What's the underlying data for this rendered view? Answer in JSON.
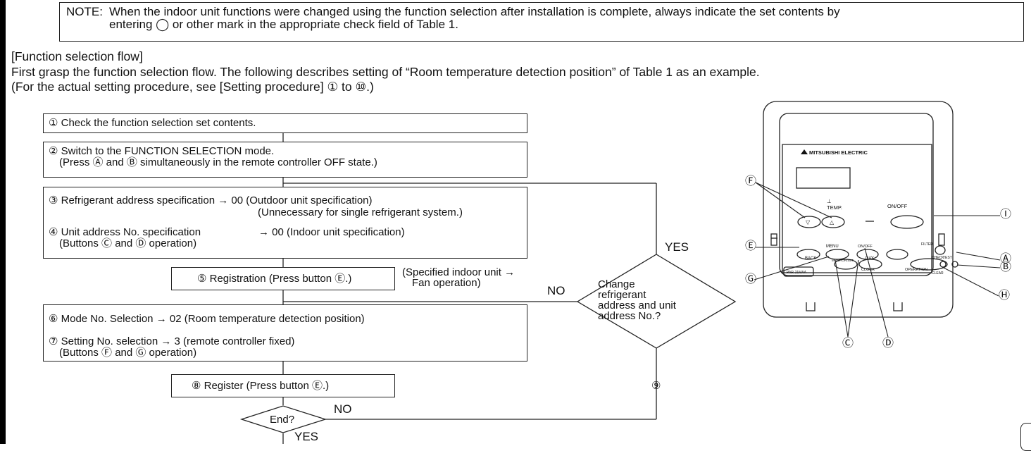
{
  "note": {
    "label": "NOTE:",
    "line1": "When the indoor unit functions were changed using the function selection after installation is complete, always indicate the set contents by",
    "line2": "entering ◯ or other mark in the appropriate check field of Table 1."
  },
  "section": {
    "title": "[Function selection flow]",
    "intro": "First grasp the function selection flow. The following describes setting of “Room temperature detection position” of Table 1 as an example.",
    "ref": "(For the actual setting procedure, see [Setting procedure] ① to ⑩.)"
  },
  "flow": {
    "step1": "① Check the function selection set contents.",
    "step2_a": "② Switch to the FUNCTION SELECTION mode.",
    "step2_b": "(Press Ⓐ and Ⓑ simultaneously in the remote controller OFF state.)",
    "step3_a": "③ Refrigerant address specification → 00 (Outdoor unit specification)",
    "step3_b": "(Unnecessary for single refrigerant system.)",
    "step4_a": "④ Unit address No. specification",
    "step4_arrow": "→ 00 (Indoor unit specification)",
    "step4_b": "(Buttons Ⓒ and Ⓓ operation)",
    "step5": "⑤ Registration (Press button Ⓔ.)",
    "step5_note_a": "(Specified indoor unit →",
    "step5_note_b": "Fan operation)",
    "step6": "⑥ Mode No. Selection  → 02 (Room temperature detection position)",
    "step7_a": "⑦ Setting No. selection → 3 (remote controller fixed)",
    "step7_b": "(Buttons Ⓕ and Ⓖ operation)",
    "step8": "⑧ Register (Press button Ⓔ.)",
    "end_label": "End?",
    "decision_a": "Change",
    "decision_b": "refrigerant",
    "decision_c": "address and unit",
    "decision_d": "address No.?",
    "yes1": "YES",
    "no1": "NO",
    "no2": "NO",
    "yes2": "YES",
    "step9": "⑨"
  },
  "remote": {
    "brand": "MITSUBISHI ELECTRIC",
    "temp": "TEMP.",
    "onoff_main": "ON/OFF",
    "filter": "FILTER",
    "check": "CHECK",
    "test": "TEST",
    "clear": "CLEAR",
    "menu": "MENU",
    "back": "BACK",
    "monitor_set": "MONITOR/SET",
    "onoff_small": "ON/OFF",
    "day": "DAY",
    "clock": "CLOCK",
    "operation": "OPERATION",
    "model": "PAR-21MAA",
    "callout_F": "Ⓕ",
    "callout_E": "Ⓔ",
    "callout_G": "Ⓖ",
    "callout_C": "Ⓒ",
    "callout_D": "Ⓓ",
    "callout_H": "Ⓗ",
    "callout_B": "Ⓑ",
    "callout_A": "Ⓐ",
    "callout_I": "Ⓘ"
  }
}
